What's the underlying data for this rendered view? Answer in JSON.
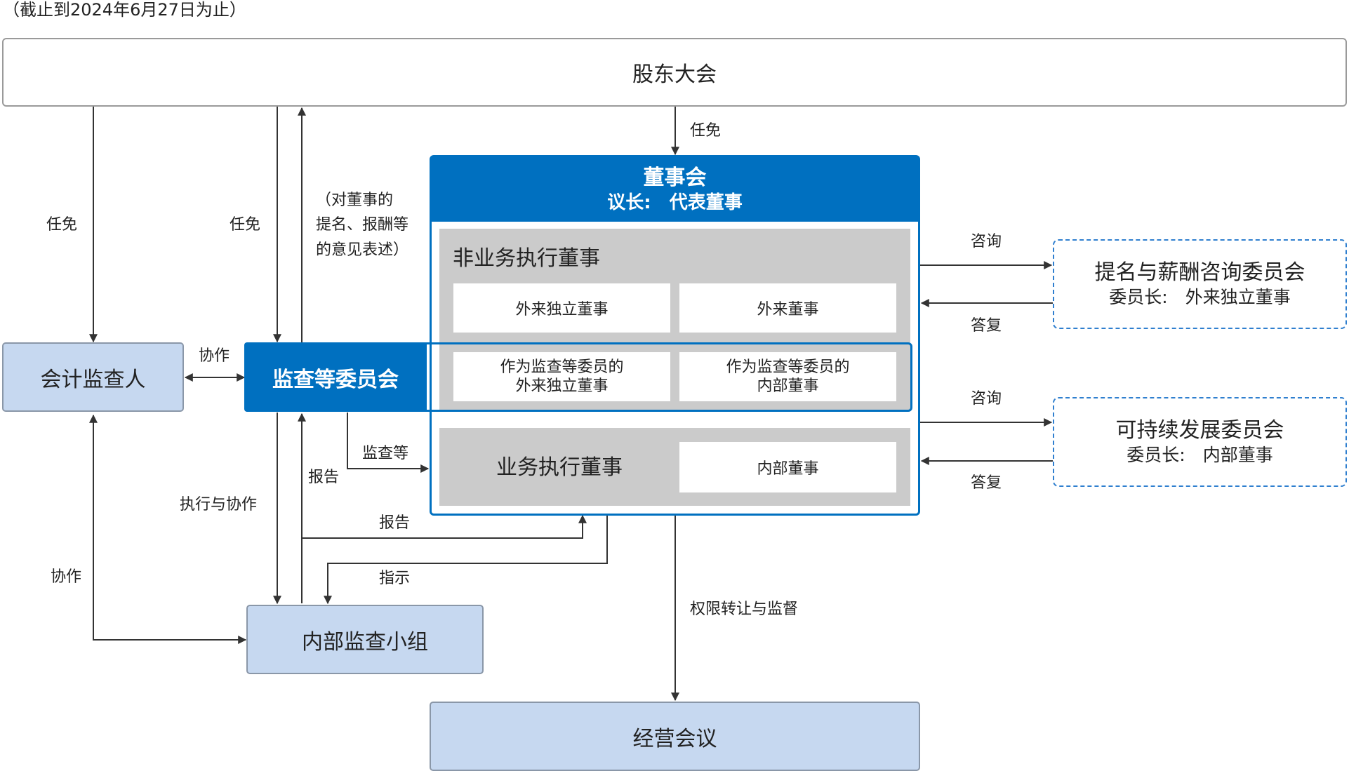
{
  "note": "（截止到2024年6月27日为止）",
  "nodes": {
    "shareholders": "股东大会",
    "auditor": "会计监查人",
    "audit_committee": "监查等委员会",
    "internal_audit": "内部监查小组",
    "management_meeting": "经营会议",
    "board": {
      "title": "董事会",
      "chair": "议长:　代表董事",
      "non_exec_title": "非业务执行董事",
      "outside_independent": "外来独立董事",
      "outside": "外来董事",
      "ac_outside_independent_line1": "作为监查等委员的",
      "ac_outside_independent_line2": "外来独立董事",
      "ac_internal_line1": "作为监查等委员的",
      "ac_internal_line2": "内部董事",
      "exec_title": "业务执行董事",
      "internal": "内部董事"
    },
    "nomination_committee": {
      "title": "提名与薪酬咨询委员会",
      "chair": "委员长:　外来独立董事"
    },
    "sustainability_committee": {
      "title": "可持续发展委员会",
      "chair": "委员长:　内部董事"
    }
  },
  "labels": {
    "appoint_auditor": "任免",
    "appoint_ac": "任免",
    "opinion_line1": "（对董事的",
    "opinion_line2": "提名、报酬等",
    "opinion_line3": "的意见表述）",
    "appoint_board": "任免",
    "cooperate_auditor_ac": "协作",
    "audit_etc": "监查等",
    "report_ac": "报告",
    "execute_cooperate": "执行与协作",
    "report_board": "报告",
    "instruct": "指示",
    "cooperate_auditor_ia": "协作",
    "delegate_supervise": "权限转让与监督",
    "consult_1": "咨询",
    "reply_1": "答复",
    "consult_2": "咨询",
    "reply_2": "答复"
  },
  "colors": {
    "board_blue": "#0070c0",
    "light_blue": "#c6d8f0",
    "panel_gray": "#cbcbcb",
    "dash_border": "#2f7fcf",
    "arrow": "#333333"
  }
}
